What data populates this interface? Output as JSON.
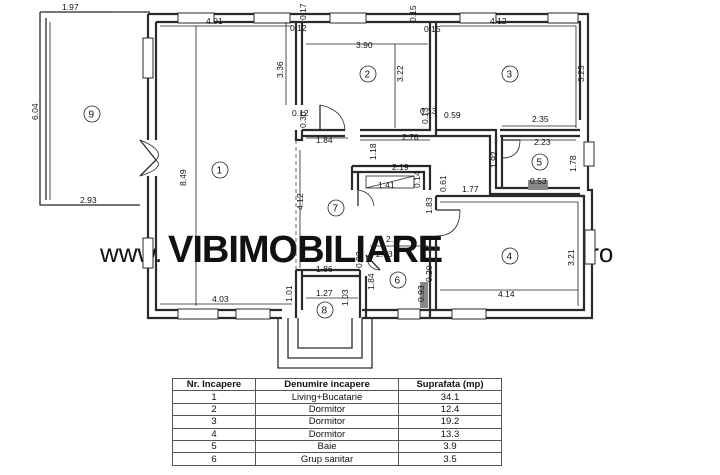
{
  "plan": {
    "rooms": [
      {
        "id": "1",
        "label": "1"
      },
      {
        "id": "2",
        "label": "2"
      },
      {
        "id": "3",
        "label": "3"
      },
      {
        "id": "4",
        "label": "4"
      },
      {
        "id": "5",
        "label": "5"
      },
      {
        "id": "6",
        "label": "6"
      },
      {
        "id": "7",
        "label": "7"
      },
      {
        "id": "8",
        "label": "8"
      },
      {
        "id": "9",
        "label": "9"
      }
    ],
    "dimensions": [
      "1.97",
      "4.01",
      "0.12",
      "0.17",
      "3.90",
      "0.15",
      "0.15",
      "4.12",
      "6.04",
      "3.36",
      "3.22",
      "3.23",
      "8.49",
      "0.12",
      "0.30",
      "0.13",
      "0.13",
      "0.59",
      "2.35",
      "1.84",
      "2.78",
      "2.23",
      "1.18",
      "1.92",
      "1.78",
      "2.19",
      "0.53",
      "0.61",
      "1.41",
      "0.14",
      "1.77",
      "2.93",
      "4.12",
      "1.83",
      "2.17",
      "0.92",
      "2.03",
      "3.21",
      "1.86",
      "1.84",
      "0.20",
      "1.27",
      "1.01",
      "1.03",
      "4.03",
      "4.14",
      "0.93"
    ],
    "watermark_brand": "VIBIMOBILIARE",
    "watermark_prefix": "www.",
    "watermark_suffix": ".ro"
  },
  "legend": {
    "headers": [
      "Nr. Incapere",
      "Denumire incapere",
      "Suprafata (mp)"
    ],
    "rows": [
      {
        "nr": "1",
        "name": "Living+Bucatarie",
        "area": "34.1"
      },
      {
        "nr": "2",
        "name": "Dormitor",
        "area": "12.4"
      },
      {
        "nr": "3",
        "name": "Dormitor",
        "area": "19.2"
      },
      {
        "nr": "4",
        "name": "Dormitor",
        "area": "13.3"
      },
      {
        "nr": "5",
        "name": "Baie",
        "area": "3.9"
      },
      {
        "nr": "6",
        "name": "Grup sanitar",
        "area": "3.5"
      }
    ]
  }
}
